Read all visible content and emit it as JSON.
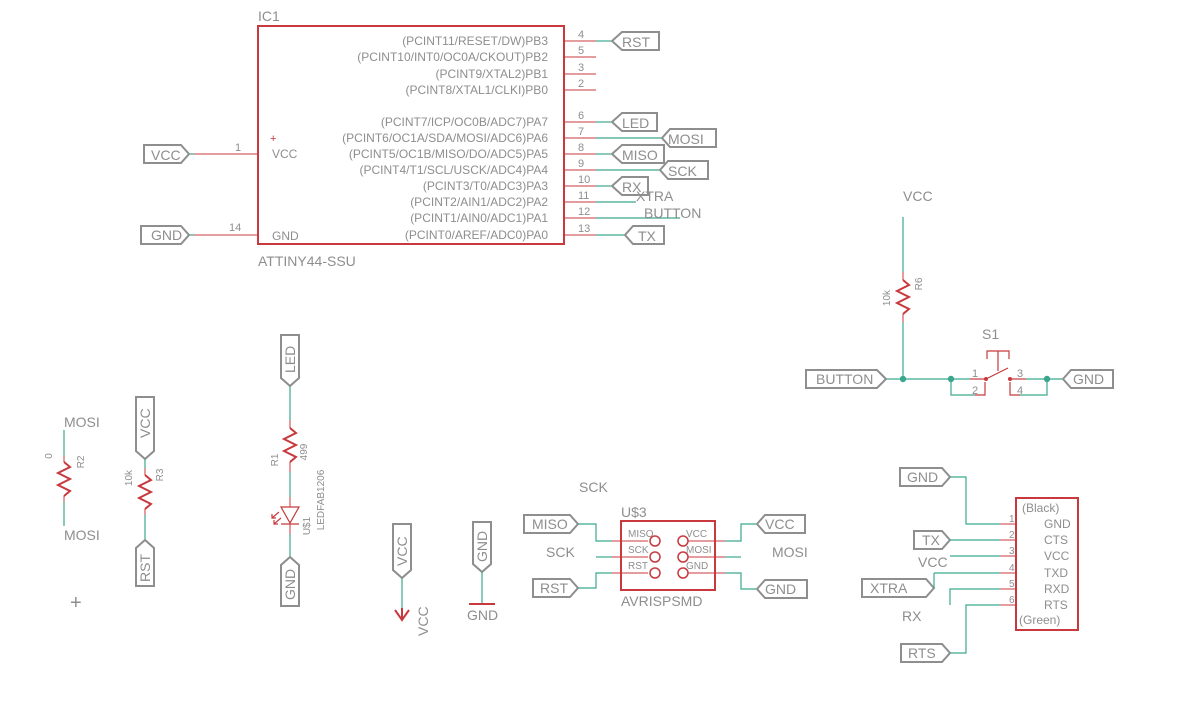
{
  "ic1": {
    "name": "IC1",
    "value": "ATTINY44-SSU",
    "vcc_label": "VCC",
    "gnd_label": "GND",
    "vcc_pin": "1",
    "gnd_pin": "14",
    "pins_right": [
      {
        "label": "(PCINT11/RESET/DW)PB3",
        "num": "4"
      },
      {
        "label": "(PCINT10/INT0/OC0A/CKOUT)PB2",
        "num": "5"
      },
      {
        "label": "(PCINT9/XTAL2)PB1",
        "num": "3"
      },
      {
        "label": "(PCINT8/XTAL1/CLKI)PB0",
        "num": "2"
      },
      {
        "label": "(PCINT7/ICP/OC0B/ADC7)PA7",
        "num": "6"
      },
      {
        "label": "(PCINT6/OC1A/SDA/MOSI/ADC6)PA6",
        "num": "7"
      },
      {
        "label": "(PCINT5/OC1B/MISO/DO/ADC5)PA5",
        "num": "8"
      },
      {
        "label": "(PCINT4/T1/SCL/USCK/ADC4)PA4",
        "num": "9"
      },
      {
        "label": "(PCINT3/T0/ADC3)PA3",
        "num": "10"
      },
      {
        "label": "(PCINT2/AIN1/ADC2)PA2",
        "num": "11"
      },
      {
        "label": "(PCINT1/AIN0/ADC1)PA1",
        "num": "12"
      },
      {
        "label": "(PCINT0/AREF/ADC0)PA0",
        "num": "13"
      }
    ]
  },
  "net_flags": {
    "rst_top": "RST",
    "led_top": "LED",
    "mosi_top": "MOSI",
    "miso_top": "MISO",
    "sck_top": "SCK",
    "rx_top": "RX",
    "tx_top": "TX",
    "vcc_ic": "VCC",
    "gnd_ic": "GND",
    "button_flag": "BUTTON",
    "gnd_switch": "GND",
    "vcc_r3": "VCC",
    "rst_r3": "RST",
    "led_r1": "LED",
    "gnd_led": "GND",
    "vcc_sym": "VCC",
    "gnd_sym": "GND",
    "miso_isp": "MISO",
    "rst_isp": "RST",
    "vcc_isp": "VCC",
    "gnd_isp": "GND",
    "gnd_ftdi": "GND",
    "tx_ftdi": "TX",
    "xtra_ftdi": "XTRA",
    "rts_ftdi": "RTS"
  },
  "net_labels": {
    "xtra_ic": "XTRA",
    "button_ic": "BUTTON",
    "vcc_r6": "VCC",
    "mosi_r2_top": "MOSI",
    "mosi_r2_bottom": "MOSI",
    "sck_isp_top": "SCK",
    "sck_isp_left": "SCK",
    "mosi_isp_right": "MOSI",
    "vcc_ftdi": "VCC",
    "rx_ftdi": "RX",
    "vcc_supply": "VCC",
    "gnd_supply": "GND"
  },
  "r6": {
    "name": "R6",
    "value": "10k"
  },
  "s1": {
    "name": "S1",
    "pin1": "1",
    "pin2": "2",
    "pin3": "3",
    "pin4": "4"
  },
  "r2": {
    "name": "R2",
    "value": "0"
  },
  "r3": {
    "name": "R3",
    "value": "10k"
  },
  "r1": {
    "name": "R1",
    "value": "499"
  },
  "u1": {
    "name": "U$1",
    "value": "LEDFAB1206"
  },
  "u3": {
    "name": "U$3",
    "value": "AVRISPSMD",
    "left_pins": [
      "MISO",
      "SCK",
      "RST"
    ],
    "right_pins": [
      "VCC",
      "MOSI",
      "GND"
    ]
  },
  "ftdi": {
    "top": "(Black)",
    "bottom": "(Green)",
    "pins": [
      {
        "num": "1",
        "label": "GND"
      },
      {
        "num": "2",
        "label": "CTS"
      },
      {
        "num": "3",
        "label": "VCC"
      },
      {
        "num": "4",
        "label": "TXD"
      },
      {
        "num": "5",
        "label": "RXD"
      },
      {
        "num": "6",
        "label": "RTS"
      }
    ]
  },
  "colors": {
    "wire": "#3aa88e",
    "part": "#c8393d",
    "text": "#8e8e8e",
    "background": "#ffffff"
  }
}
